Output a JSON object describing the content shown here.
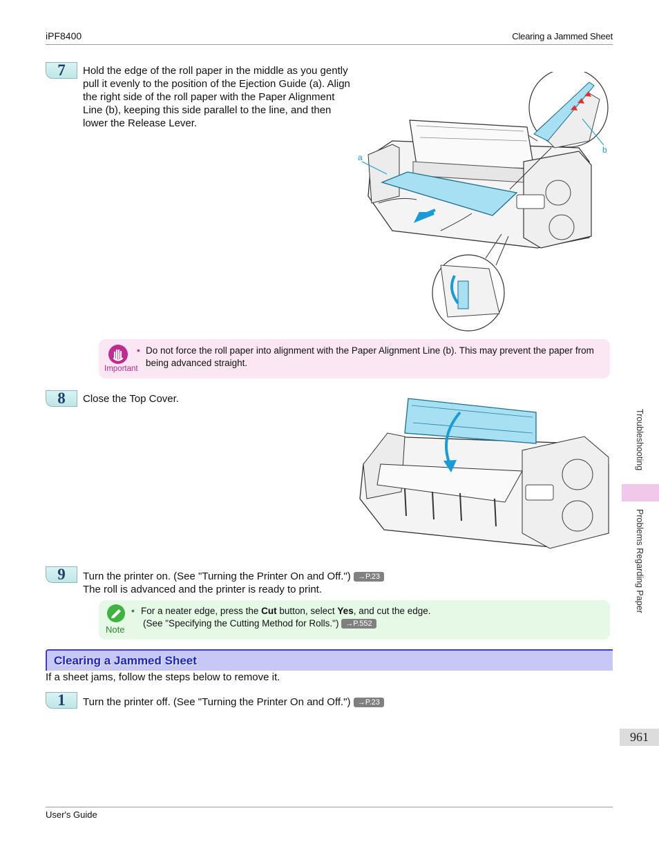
{
  "header": {
    "left": "iPF8400",
    "right": "Clearing a Jammed Sheet"
  },
  "steps": {
    "s7": {
      "num": "7",
      "text": "Hold the edge of the roll paper in the middle as you gently pull it evenly to the position of the Ejection Guide (a). Align the right side of the roll paper with the Paper Alignment Line (b), keeping this side parallel to the line, and then lower the Release Lever."
    },
    "s8": {
      "num": "8",
      "text": "Close the Top Cover."
    },
    "s9": {
      "num": "9",
      "line1": "Turn the printer on.  (See \"Turning the Printer On and Off.\")",
      "ref1": "→P.23",
      "line2": "The roll is advanced and the printer is ready to print."
    },
    "s1": {
      "num": "1",
      "line1": "Turn the printer off.  (See \"Turning the Printer On and Off.\")",
      "ref1": "→P.23"
    }
  },
  "figure7": {
    "label_a": "a",
    "label_b": "b"
  },
  "important": {
    "label": "Important",
    "bullet": "•",
    "text": "Do not force the roll paper into alignment with the Paper Alignment Line (b). This may prevent the paper from being advanced straight."
  },
  "note": {
    "label": "Note",
    "bullet": "•",
    "t1": "For a neater edge, press the ",
    "b1": "Cut",
    "t2": " button, select ",
    "b2": "Yes",
    "t3": ", and cut the edge.",
    "t4": "(See \"Specifying the Cutting Method for Rolls.\")",
    "ref": "→P.552"
  },
  "section": {
    "title": "Clearing a Jammed Sheet",
    "intro": "If a sheet jams, follow the steps below to remove it."
  },
  "sidebar": {
    "top": "Troubleshooting",
    "bottom": "Problems Regarding Paper"
  },
  "page_number": "961",
  "footer": {
    "left": "User's Guide"
  },
  "colors": {
    "step_bg": "#c9eaea",
    "important": "#c02b91",
    "note": "#3fb33f",
    "section_border": "#3c3ccf",
    "section_bg": "#c8c8f4",
    "paper_blue": "#a6e0f2"
  }
}
